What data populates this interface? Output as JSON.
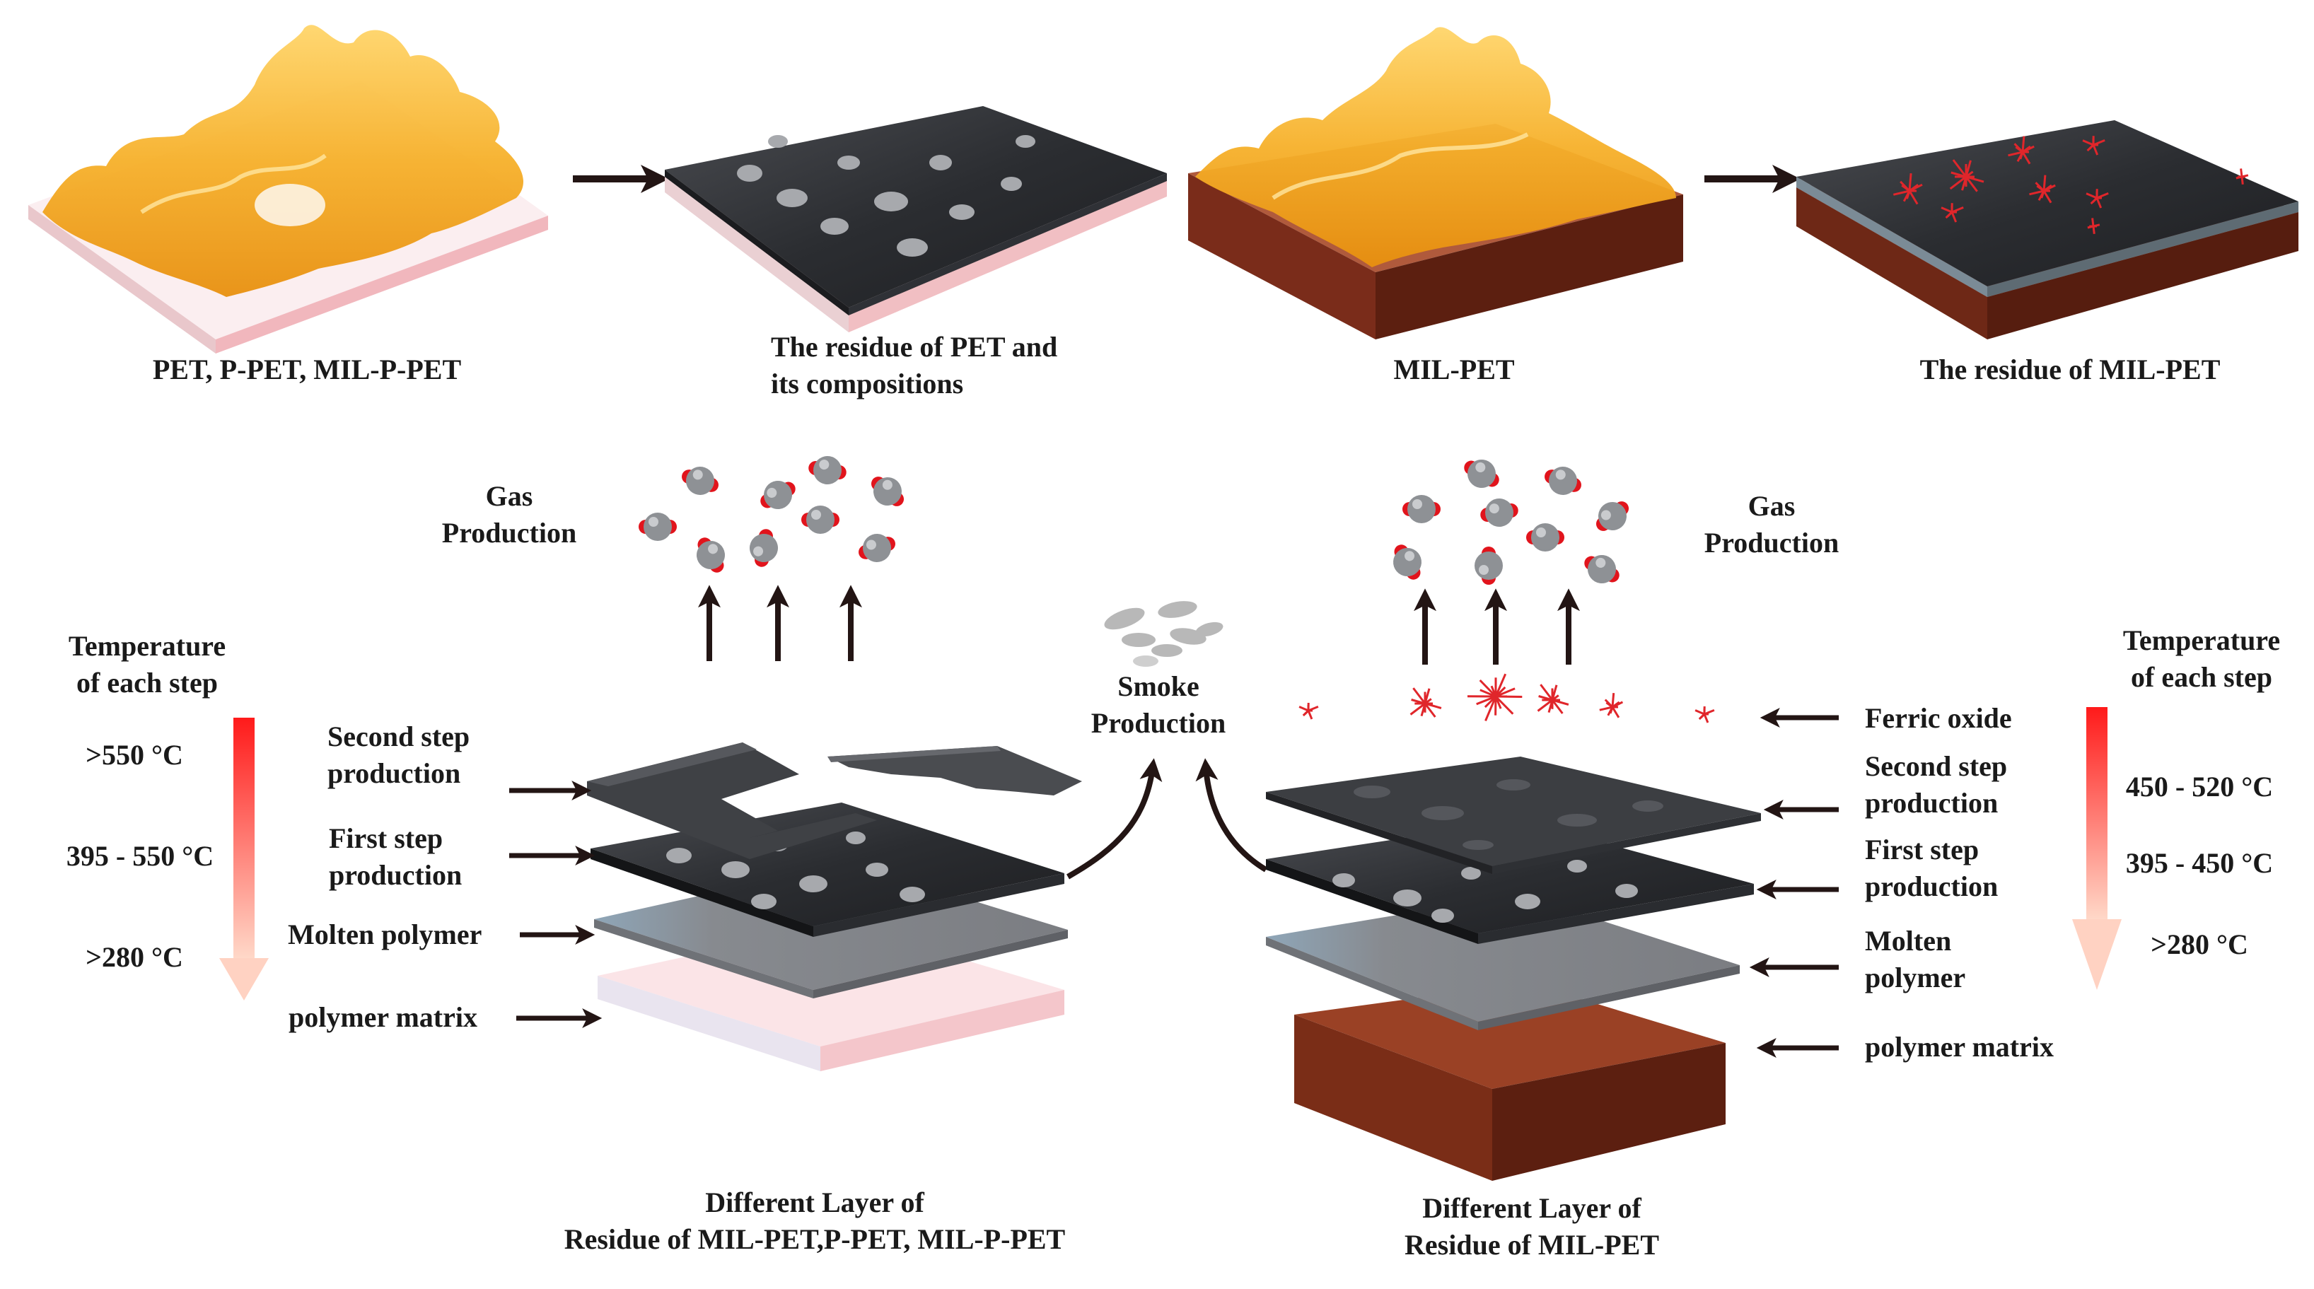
{
  "colors": {
    "flame": "#f2a81c",
    "flame_light": "#ffd56a",
    "char_dark": "#2b2d31",
    "char_light": "#55575c",
    "pink_base": "#f4cdd0",
    "iron_base": "#8c3a22",
    "molten": "#8a8c90",
    "arrow": "#231514",
    "temp_red": "#ff2020",
    "temp_light": "#ffd2c2",
    "ferric": "#e0262b",
    "co2_red": "#e1141c",
    "co2_grey": "#8e9195",
    "smoke": "#b8b8b8"
  },
  "icons": {
    "gas_molecule": "co2-molecule-icon",
    "ferric_particle": "ferric-oxide-particle-icon",
    "smoke_particle": "smoke-particle-icon"
  },
  "top_row": {
    "labels": [
      "PET, P-PET, MIL-P-PET",
      "The residue of PET and its compositions",
      "MIL-PET",
      "The residue of MIL-PET"
    ],
    "residue_line1": "The residue of PET and",
    "residue_line2": "its compositions"
  },
  "left_panel": {
    "gas_line1": "Gas",
    "gas_line2": "Production",
    "temp_line1": "Temperature",
    "temp_line2": "of each step",
    "temps": [
      ">550 °C",
      "395 - 550 °C",
      ">280 °C"
    ],
    "layer_labels": {
      "second_line1": "Second step",
      "second_line2": "production",
      "first_line1": "First step",
      "first_line2": "production",
      "molten": "Molten polymer",
      "matrix": "polymer matrix"
    },
    "caption_line1": "Different Layer of",
    "caption_line2": "Residue of MIL-PET,P-PET, MIL-P-PET"
  },
  "center": {
    "smoke_line1": "Smoke",
    "smoke_line2": "Production"
  },
  "right_panel": {
    "gas_line1": "Gas",
    "gas_line2": "Production",
    "temp_line1": "Temperature",
    "temp_line2": "of each step",
    "temps": [
      "450 - 520 °C",
      "395 - 450 °C",
      ">280 °C"
    ],
    "layer_labels": {
      "ferric": "Ferric oxide",
      "second_line1": "Second step",
      "second_line2": "production",
      "first_line1": "First step",
      "first_line2": "production",
      "molten_line1": "Molten",
      "molten_line2": "polymer",
      "matrix": "polymer matrix"
    },
    "caption_line1": "Different Layer of",
    "caption_line2": "Residue of MIL-PET"
  }
}
